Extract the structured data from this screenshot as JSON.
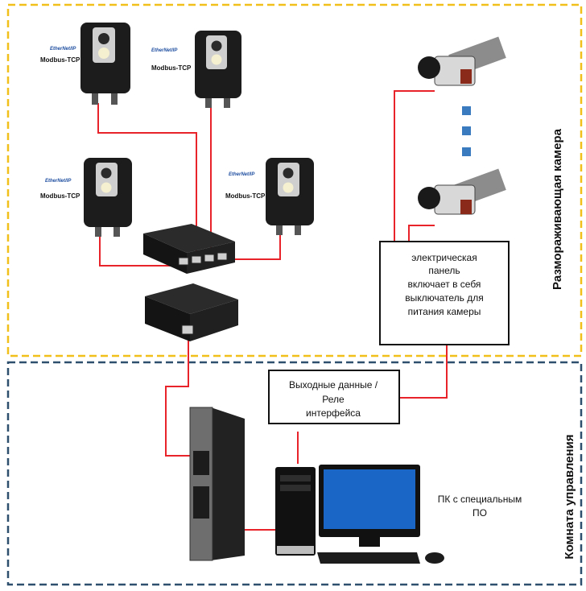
{
  "zones": {
    "field": {
      "label": "Размораживающая камера",
      "border_color": "#f2c01a"
    },
    "control": {
      "label": "Комната управления",
      "border_color": "#2f4f6f"
    }
  },
  "cameras": [
    {
      "brand": "EtherNet/IP",
      "protocol": "Modbus-TCP"
    },
    {
      "brand": "EtherNet/IP",
      "protocol": "Modbus-TCP"
    },
    {
      "brand": "EtherNet/IP",
      "protocol": "Modbus-TCP"
    },
    {
      "brand": "EtherNet/IP",
      "protocol": "Modbus-TCP"
    }
  ],
  "electrical_panel": {
    "lines": [
      "электрическая",
      "панель",
      "включает в себя",
      "выключатель для",
      "питания камеры"
    ]
  },
  "output_box": {
    "lines": [
      "Выходные данные /",
      "Реле",
      "интерфейса"
    ]
  },
  "pc": {
    "lines": [
      "ПК с специальным",
      "ПО"
    ]
  },
  "colors": {
    "cable": "#e8232a",
    "device": "#1c1c1c",
    "dot": "#3a7bbf"
  }
}
